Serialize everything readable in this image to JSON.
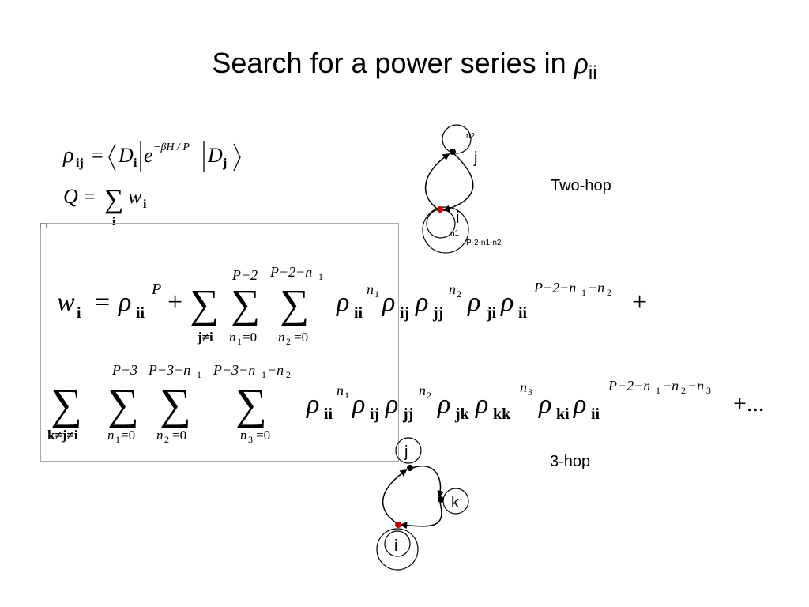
{
  "slide": {
    "title": "Search for a power series in ",
    "title_symbol": "ρ",
    "title_subscript": "ii"
  },
  "labels": {
    "two_hop": "Two-hop",
    "three_hop": "3-hop"
  },
  "diagram_two_hop": {
    "node_top": "j",
    "node_bottom": "i",
    "loop_top": "n2",
    "loop_bottom": "n1",
    "loop_outer": "P-2-n1-n2"
  },
  "diagram_three_hop": {
    "node_j": "j",
    "node_k": "k",
    "node_i": "i"
  },
  "equations": {
    "rho_def": "ρij = ⟨Di|e^(−βH/P)|Dj⟩",
    "q_def": "Q = Σi wi",
    "w_expansion": "wi = ρii^P + Σ(j≠i) Σ(n1=0..P−2) Σ(n2=0..P−2−n1) ρii^n1 ρij ρjj^n2 ρji ρii^(P−2−n1−n2) + Σ(k≠j≠i) Σ(n1=0..P−3) Σ(n2=0..P−3−n1) Σ(n3=0..P−3−n1−n2) ρii^n1 ρij ρjj^n2 ρjk ρkk^n3 ρki ρii^(P−2−n1−n2−n3) + ..."
  },
  "colors": {
    "node_i": "#cc0000",
    "node_other": "#000000",
    "frame": "#aaaaaa"
  }
}
